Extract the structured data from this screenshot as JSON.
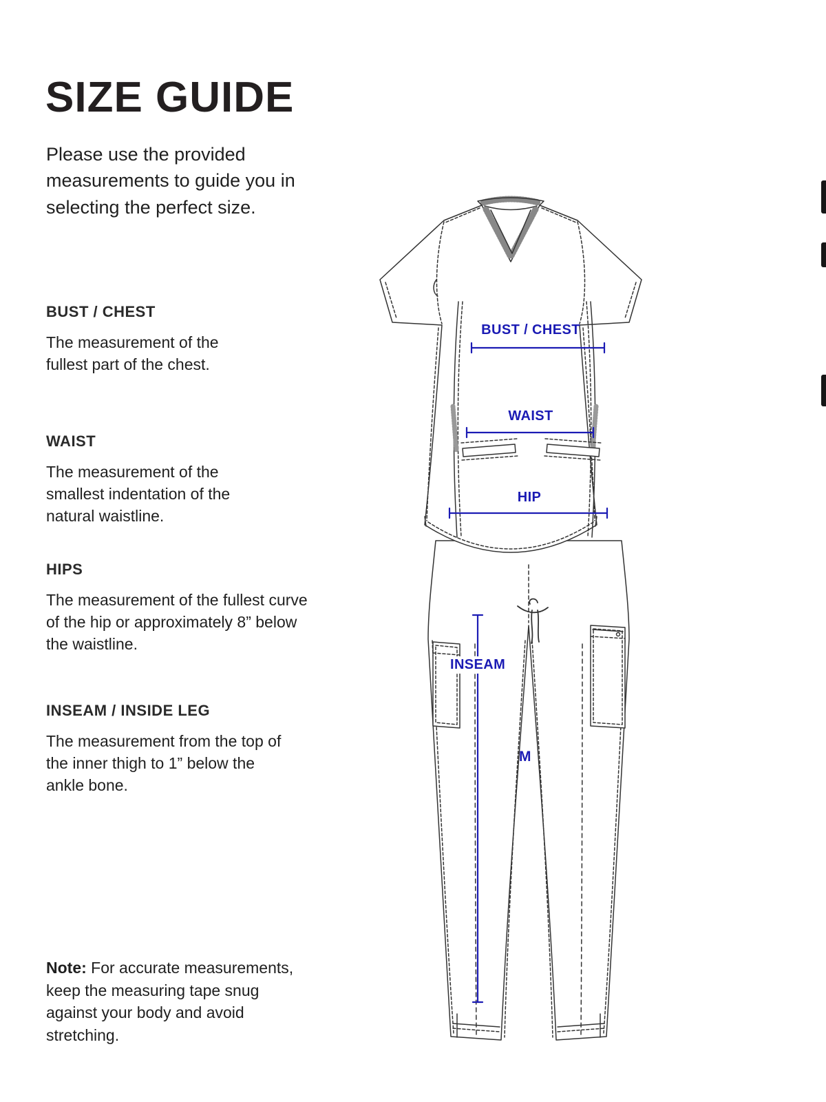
{
  "page": {
    "title": "SIZE GUIDE",
    "intro": "Please use the provided measurements to guide you in selecting the perfect size."
  },
  "sections": [
    {
      "heading": "BUST / CHEST",
      "body": "The measurement of the fullest part of the chest."
    },
    {
      "heading": "WAIST",
      "body": "The measurement of the smallest indentation of the natural waistline."
    },
    {
      "heading": "HIPS",
      "body": "The measurement of the fullest curve of the hip or approximately 8” below the waistline."
    },
    {
      "heading": "INSEAM / INSIDE LEG",
      "body": "The measurement from the top of the inner thigh to 1” below the ankle bone."
    }
  ],
  "note": {
    "label": "Note:",
    "body": "For accurate measurements, keep the measuring tape snug against your body and avoid stretching."
  },
  "diagram": {
    "labels": {
      "bust": "BUST / CHEST",
      "waist": "WAIST",
      "hip": "HIP",
      "inseam": "INSEAM",
      "size": "M"
    },
    "accent_color": "#1b1bb4",
    "line_color": "#333333"
  }
}
